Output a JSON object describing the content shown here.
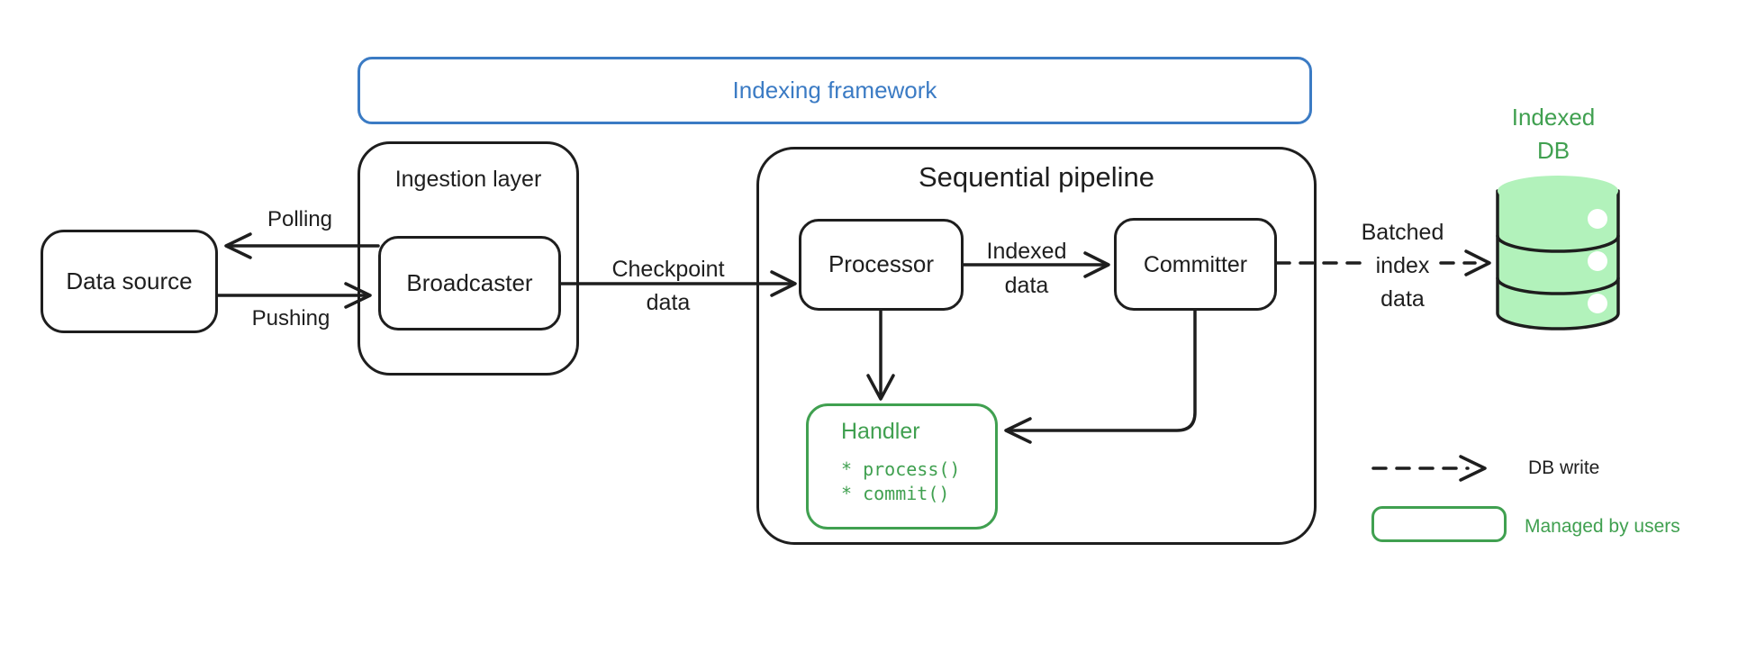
{
  "colors": {
    "stroke": "#1e1e1e",
    "blue": "#3b7bc4",
    "green": "#40a050",
    "green_fill": "#b2f2bb",
    "background": "#ffffff"
  },
  "frames": {
    "indexing_framework": "Indexing framework",
    "ingestion_layer": "Ingestion layer",
    "sequential_pipeline": "Sequential pipeline"
  },
  "nodes": {
    "data_source": "Data source",
    "broadcaster": "Broadcaster",
    "processor": "Processor",
    "committer": "Committer",
    "handler": {
      "title": "Handler",
      "methods": [
        "* process()",
        "* commit()"
      ]
    },
    "indexed_db": {
      "line1": "Indexed",
      "line2": "DB"
    }
  },
  "edges": {
    "polling": "Polling",
    "pushing": "Pushing",
    "checkpoint": {
      "line1": "Checkpoint",
      "line2": "data"
    },
    "indexed_data": {
      "line1": "Indexed",
      "line2": "data"
    },
    "batched_index": {
      "line1": "Batched",
      "line2": "index",
      "line3": "data"
    }
  },
  "legend": {
    "db_write": "DB write",
    "managed_by_users": "Managed by users"
  }
}
